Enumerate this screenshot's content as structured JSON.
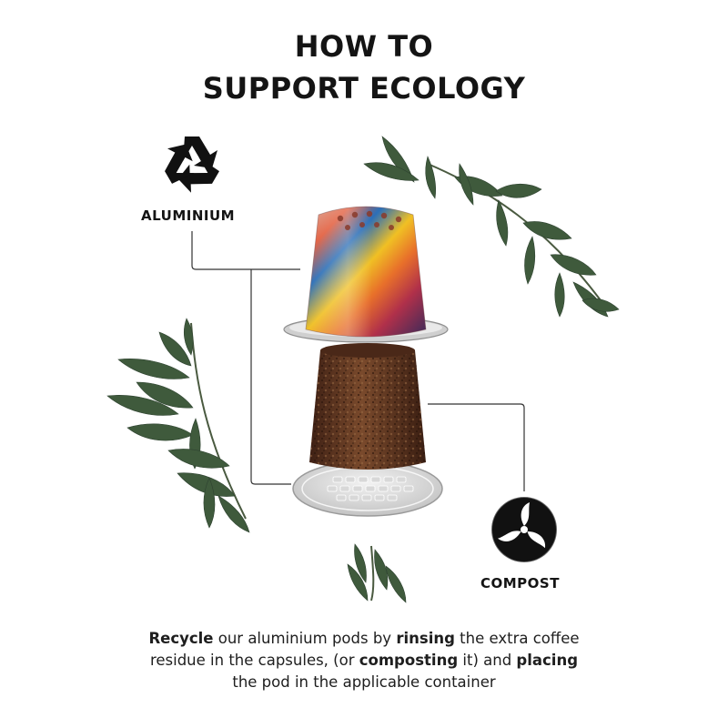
{
  "title": {
    "line1": "HOW TO",
    "line2": "SUPPORT ECOLOGY"
  },
  "labels": {
    "aluminium": "ALUMINIUM",
    "compost": "COMPOST"
  },
  "caption": {
    "l1_b1": "Recycle",
    "l1_t1": " our aluminium pods by ",
    "l1_b2": "rinsing",
    "l1_t2": " the extra coffee",
    "l2_t1": "residue in the capsules, (or ",
    "l2_b1": "composting",
    "l2_t2": " it) and ",
    "l2_b2": "placing",
    "l3_t1": "the pod in the applicable container"
  },
  "icons": {
    "recycle": "recycle-icon",
    "compost": "compost-icon"
  },
  "colors": {
    "leaf": "#3f5a3c",
    "coffee": "#5a3320",
    "text": "#141414"
  }
}
